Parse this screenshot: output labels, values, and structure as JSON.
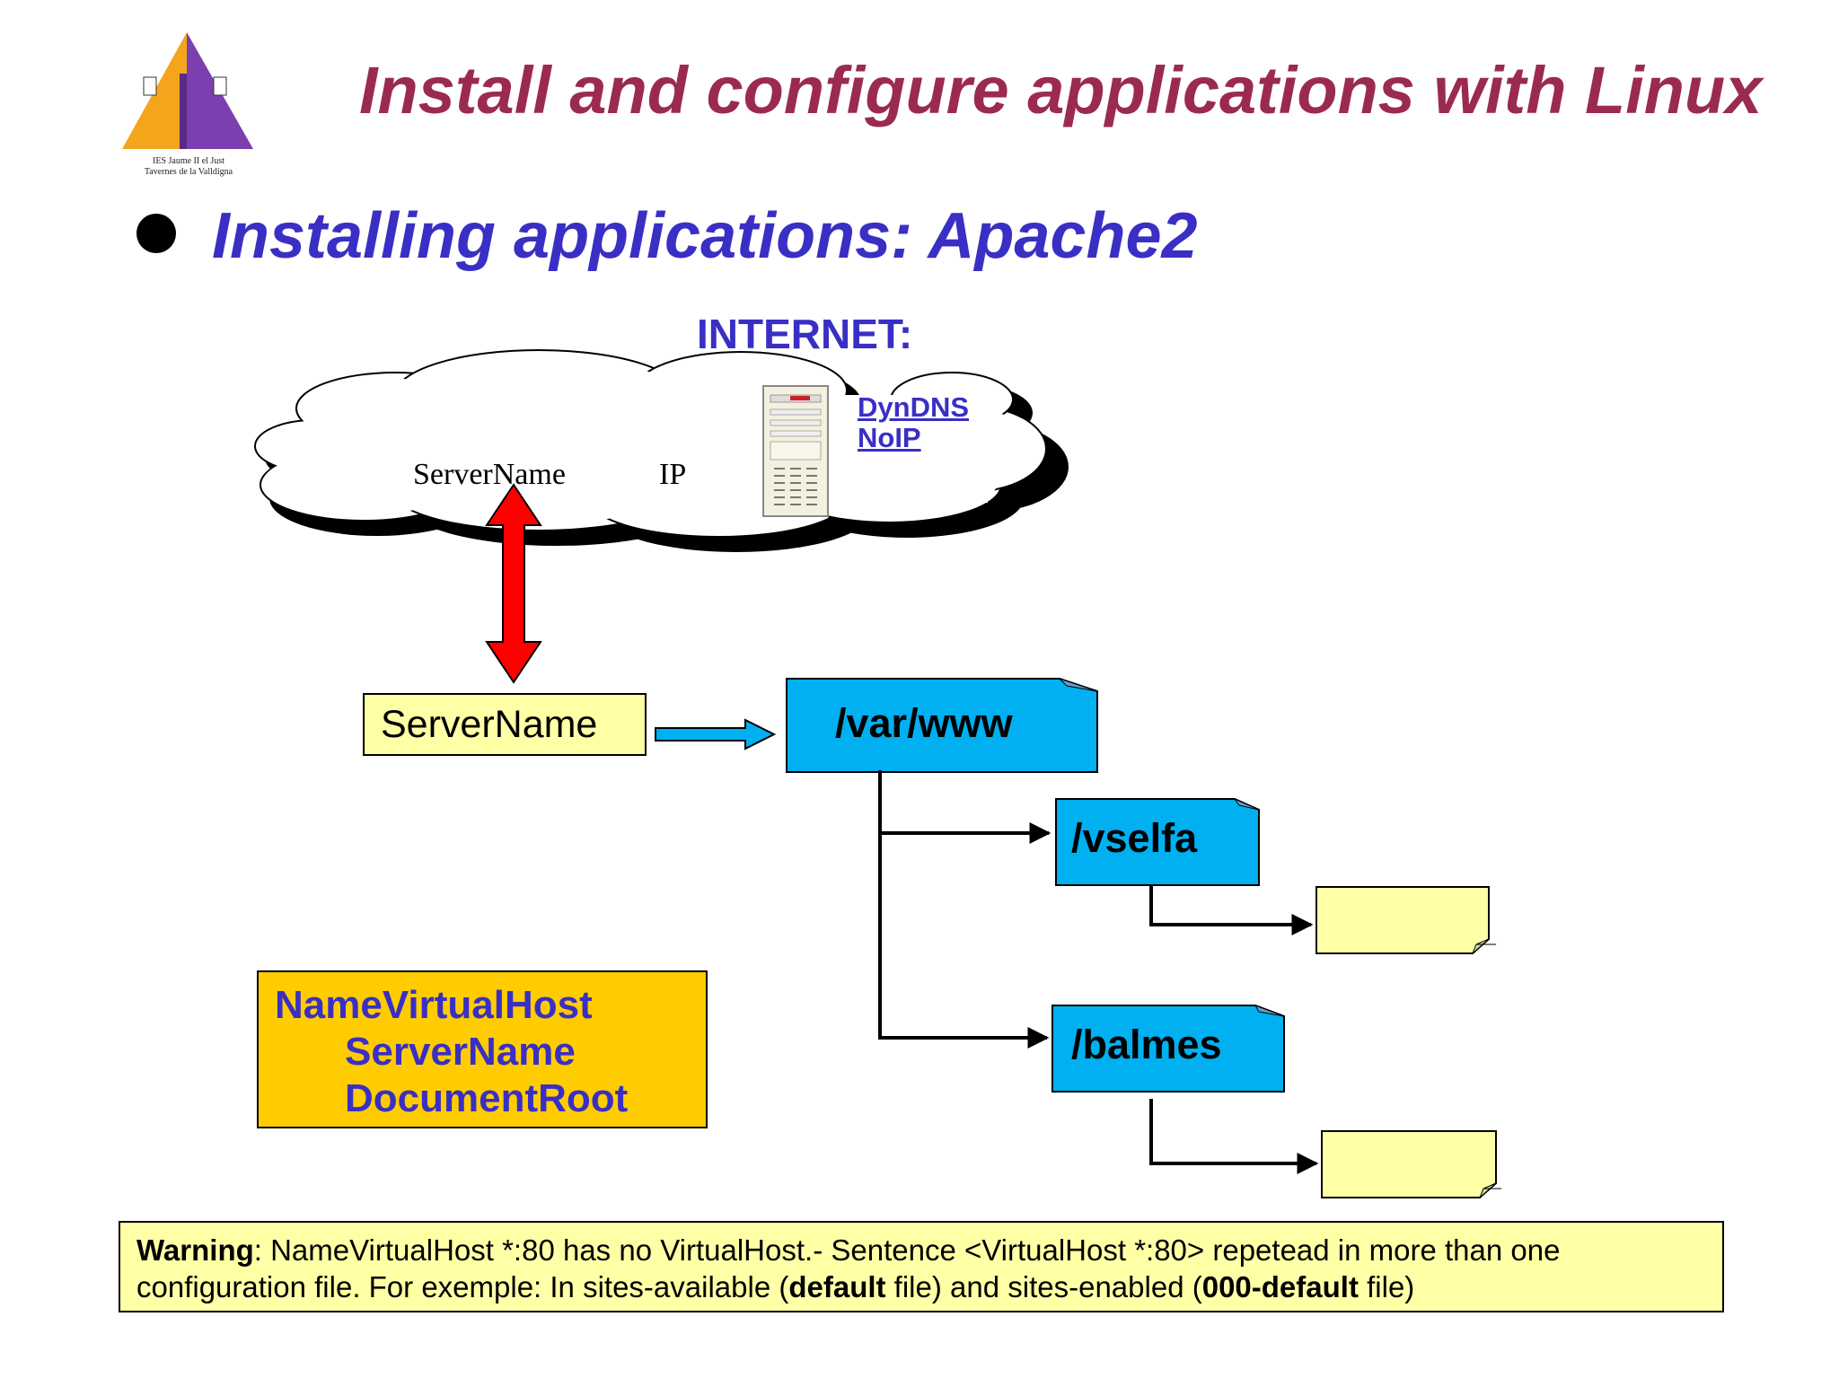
{
  "slide": {
    "title": "Install and configure applications with Linux",
    "subtitle": "Installing applications: Apache2"
  },
  "logo": {
    "caption_line1": "IES Jaume II el Just",
    "caption_line2": "Tavernes de la Valldigna"
  },
  "diagram": {
    "internet_label": "INTERNET:",
    "cloud": {
      "servername": "ServerName",
      "ip": "IP",
      "dyndns": "DynDNS",
      "noip": "NoIP"
    },
    "servername_box": "ServerName",
    "folders": {
      "root": "/var/www",
      "child1": "/vselfa",
      "child2": "/balmes"
    },
    "vhost_box": {
      "line1": "NameVirtualHost",
      "line2": "ServerName",
      "line3": "DocumentRoot"
    }
  },
  "warning": {
    "label": "Warning",
    "text1": ": NameVirtualHost *:80 has no VirtualHost.- Sentence <VirtualHost *:80> repetead in more than one configuration file. For exemple: In sites-available (",
    "bold1": "default",
    "text2": " file) and  sites-enabled (",
    "bold2": "000-default",
    "text3": " file)"
  },
  "colors": {
    "title": "#9b2a53",
    "accent_blue": "#3a2fc4",
    "folder_fill": "#00b0f0",
    "note_fill": "#ffffa6",
    "vhost_fill": "#ffcc00",
    "arrow_red": "#ff0000"
  }
}
